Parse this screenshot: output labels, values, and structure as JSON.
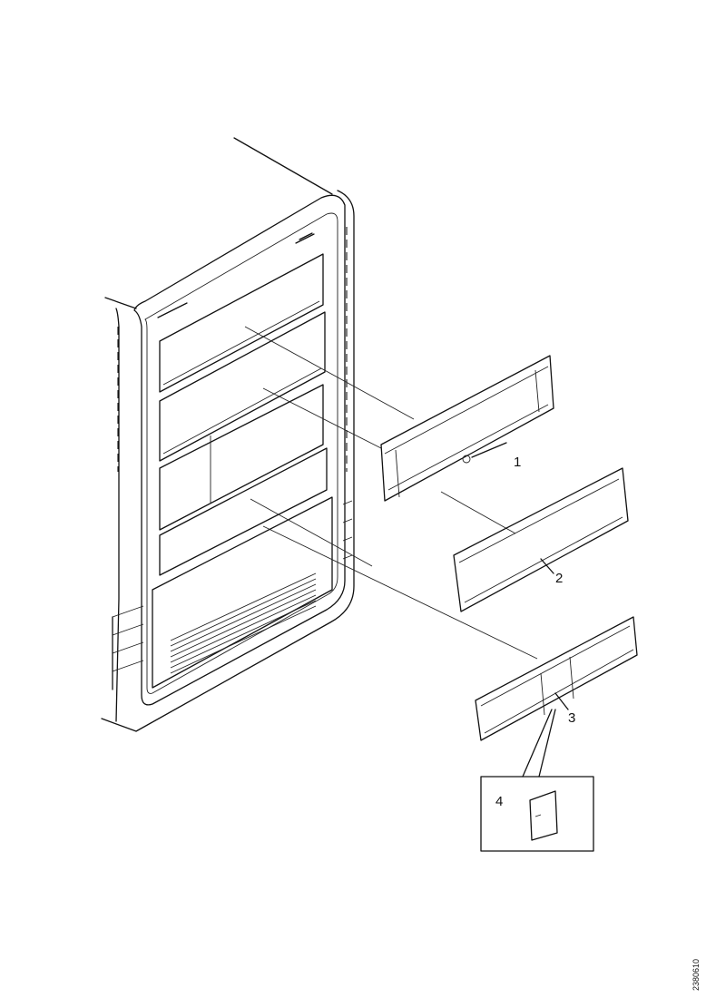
{
  "callouts": {
    "c1": "1",
    "c2": "2",
    "c3": "3",
    "c4": "4"
  },
  "figure_code": "2380610",
  "colors": {
    "line": "#111111",
    "background": "#ffffff"
  }
}
